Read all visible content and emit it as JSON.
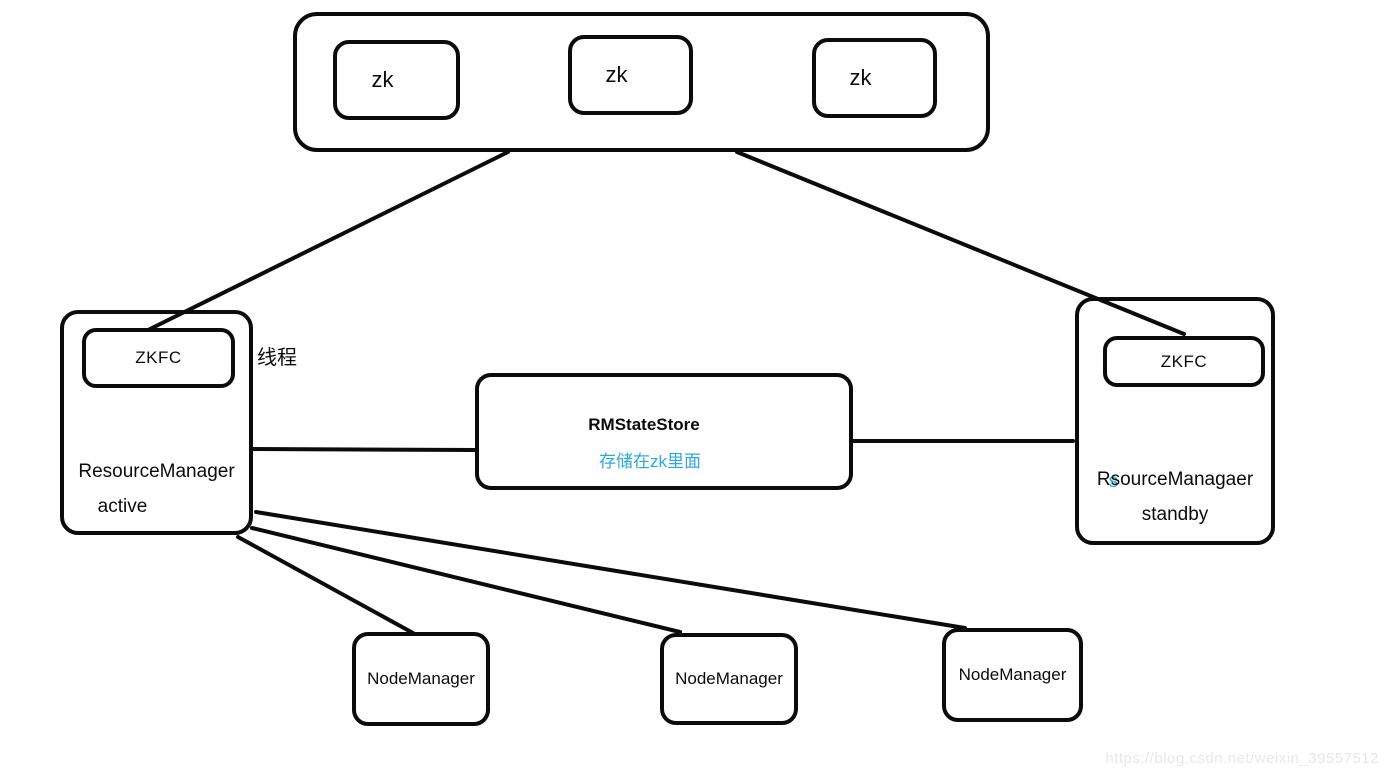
{
  "colors": {
    "stroke": "#0b0b0b",
    "note_blue": "#2fa8e1",
    "watermark_gray": "#e8e8e8"
  },
  "zk_cluster": {
    "nodes": [
      {
        "label": "zk"
      },
      {
        "label": "zk"
      },
      {
        "label": "zk"
      }
    ]
  },
  "rm_active": {
    "zkfc": "ZKFC",
    "title": "ResourceManager",
    "state": "active"
  },
  "thread_note": "线程",
  "state_store": {
    "title": "RMStateStore",
    "note": "存储在zk里面"
  },
  "rm_standby": {
    "zkfc": "ZKFC",
    "title_prefix": "R",
    "title_s": "s",
    "title_suffix": "ourceManagaer",
    "state": "standby"
  },
  "node_managers": [
    {
      "label": "NodeManager"
    },
    {
      "label": "NodeManager"
    },
    {
      "label": "NodeManager"
    }
  ],
  "watermark": "https://blog.csdn.net/weixin_39557512"
}
